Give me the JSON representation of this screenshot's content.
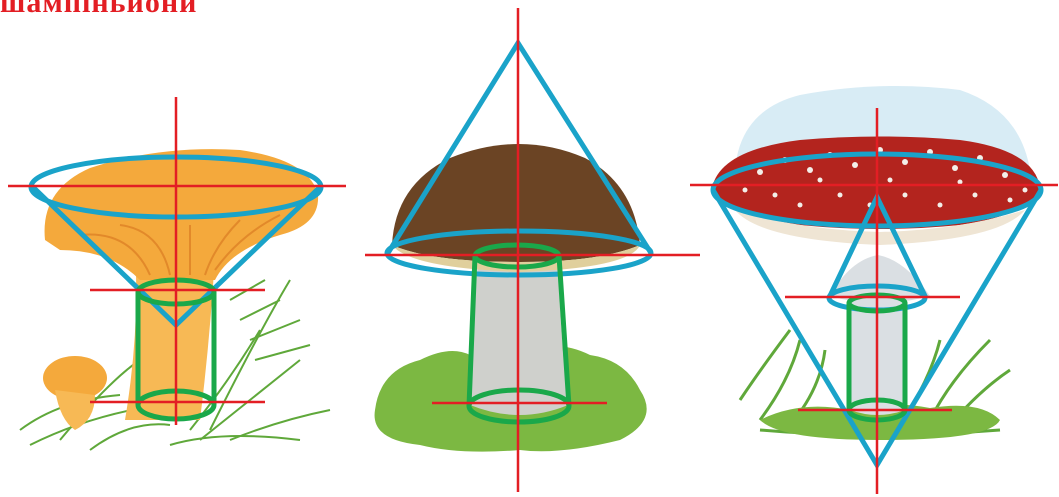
{
  "heading": {
    "text": "шампіньйони"
  },
  "colors": {
    "heading": "#e31e24",
    "axis": "#e31e24",
    "cone": "#1aa3c9",
    "cylinder": "#1aa84a",
    "chanterelle_cap": "#f4a93c",
    "chanterelle_stem": "#f7b955",
    "porcini_cap": "#6b4424",
    "porcini_stem": "#cfd0cc",
    "amanita_cap": "#b3241e",
    "amanita_spots": "#f3efe9",
    "amanita_stem": "#dadfe3",
    "grass": "#5fa83a",
    "moss": "#7cb842",
    "sky": "#d8ecf5"
  },
  "figures": [
    {
      "id": "chanterelle",
      "cone": "inverted-cone",
      "cylinder": "stem-cylinder"
    },
    {
      "id": "porcini",
      "cone": "upright-cone",
      "cylinder": "stem-cylinder"
    },
    {
      "id": "fly-agaric",
      "cone": "inverted-cone",
      "cylinder": "stem-cylinder"
    }
  ]
}
